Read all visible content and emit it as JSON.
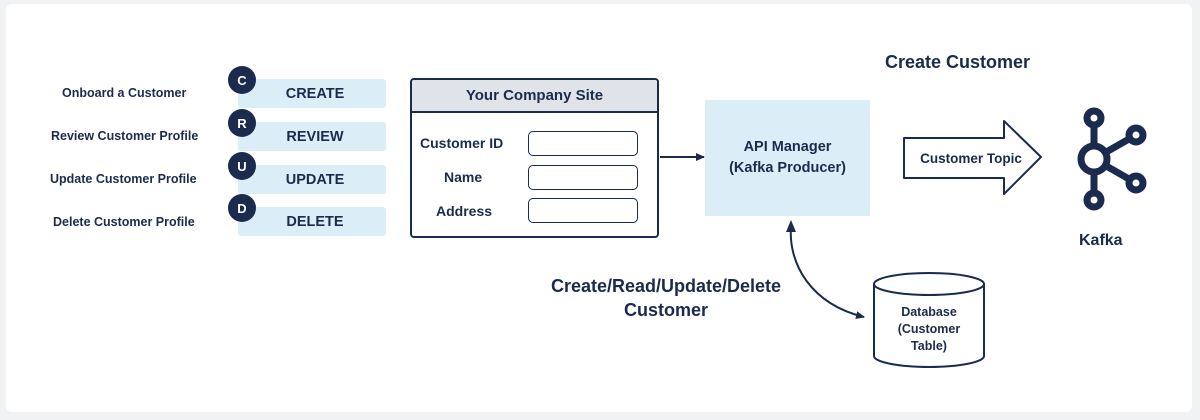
{
  "actions": [
    {
      "label": "Onboard a Customer",
      "letter": "C",
      "operation": "CREATE"
    },
    {
      "label": "Review Customer Profile",
      "letter": "R",
      "operation": "REVIEW"
    },
    {
      "label": "Update Customer Profile",
      "letter": "U",
      "operation": "UPDATE"
    },
    {
      "label": "Delete Customer Profile",
      "letter": "D",
      "operation": "DELETE"
    }
  ],
  "site": {
    "title": "Your Company Site",
    "fields": [
      {
        "label": "Customer ID",
        "value": ""
      },
      {
        "label": "Name",
        "value": ""
      },
      {
        "label": "Address",
        "value": ""
      }
    ]
  },
  "api_manager": {
    "line1": "API Manager",
    "line2": "(Kafka Producer)"
  },
  "create_customer_title": "Create Customer",
  "topic_label": "Customer Topic",
  "kafka_label": "Kafka",
  "crud_label": {
    "line1": "Create/Read/Update/Delete",
    "line2": "Customer"
  },
  "database": {
    "line1": "Database",
    "line2": "(Customer",
    "line3": "Table)"
  },
  "colors": {
    "navy": "#1b2b4e",
    "light_blue": "#dbeef8",
    "header_gray": "#e0e3e8",
    "background": "#ffffff"
  },
  "icons": {
    "kafka": "kafka-logo-icon"
  }
}
